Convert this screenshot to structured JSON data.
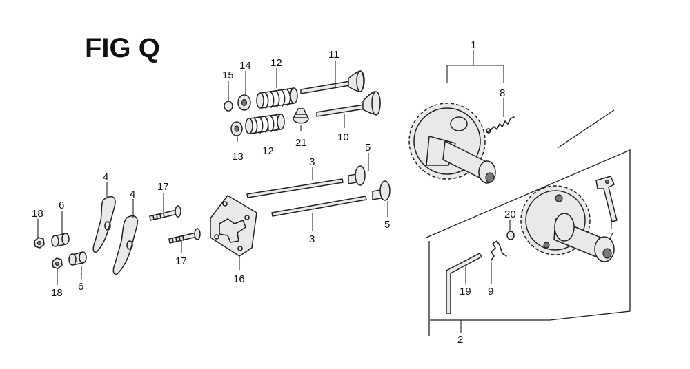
{
  "figure": {
    "title": "FIG Q"
  },
  "callouts": {
    "c1": "1",
    "c2": "2",
    "c3a": "3",
    "c3b": "3",
    "c4a": "4",
    "c4b": "4",
    "c5a": "5",
    "c5b": "5",
    "c6a": "6",
    "c6b": "6",
    "c7": "7",
    "c8": "8",
    "c9": "9",
    "c10": "10",
    "c11": "11",
    "c12a": "12",
    "c12b": "12",
    "c13": "13",
    "c14": "14",
    "c15": "15",
    "c16": "16",
    "c17a": "17",
    "c17b": "17",
    "c18a": "18",
    "c18b": "18",
    "c19": "19",
    "c20": "20",
    "c21": "21"
  }
}
